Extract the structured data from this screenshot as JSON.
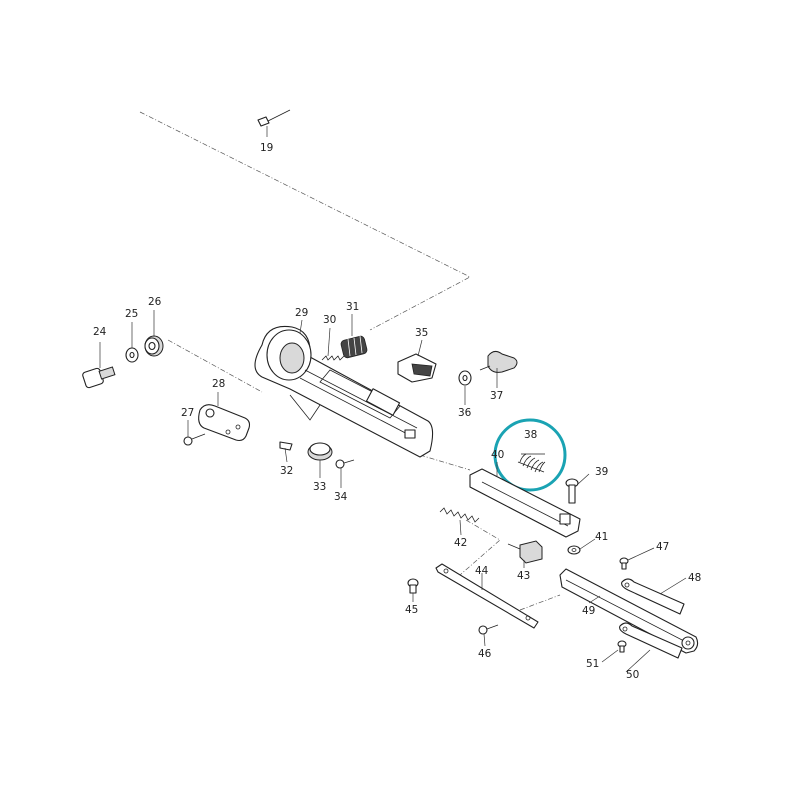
{
  "diagram": {
    "highlight_color": "#1aa3b3",
    "highlighted_part": "38",
    "part_numbers": [
      "19",
      "24",
      "25",
      "26",
      "27",
      "28",
      "29",
      "30",
      "31",
      "32",
      "33",
      "34",
      "35",
      "36",
      "37",
      "38",
      "39",
      "40",
      "41",
      "42",
      "43",
      "44",
      "45",
      "46",
      "47",
      "48",
      "49",
      "50",
      "51"
    ]
  }
}
